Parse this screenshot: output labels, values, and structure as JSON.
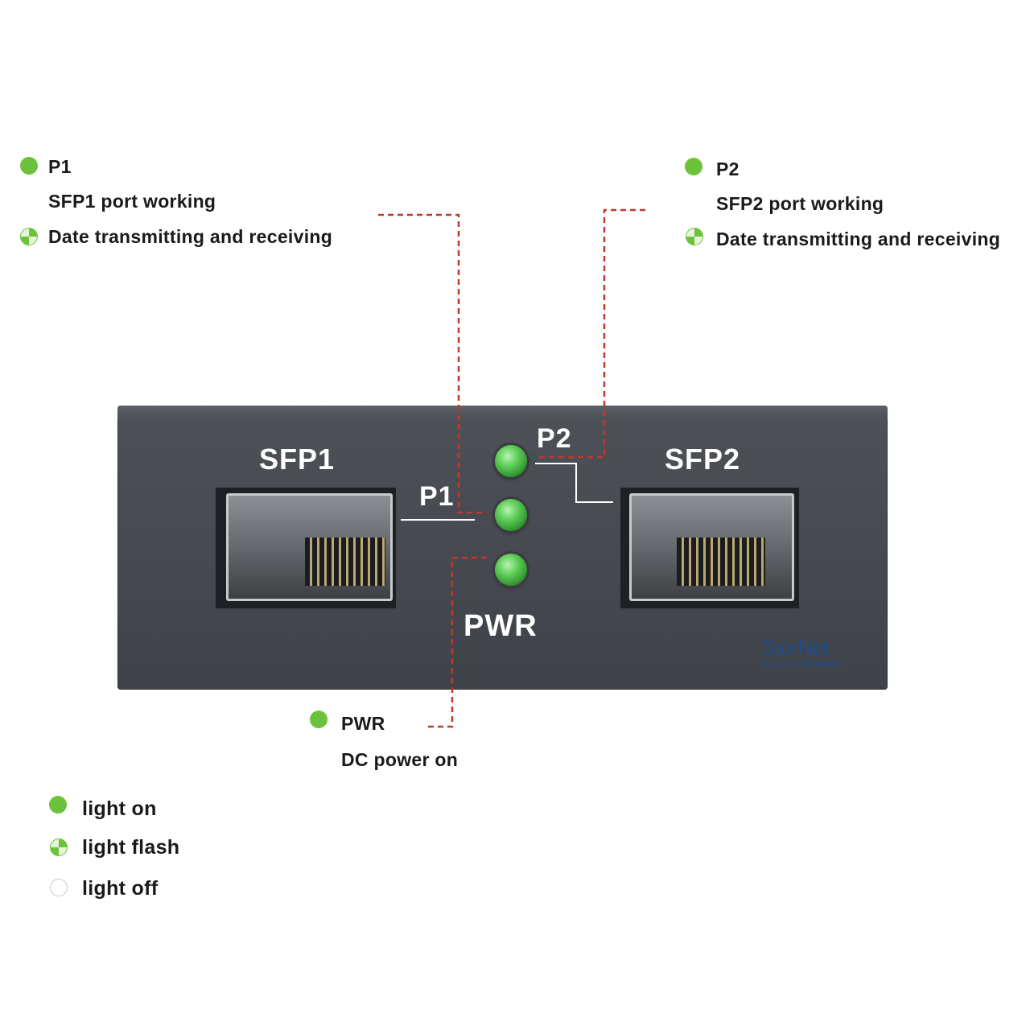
{
  "top_left": {
    "title": "P1",
    "line1": "SFP1 port working",
    "line2": "Date transmitting and receiving"
  },
  "top_right": {
    "title": "P2",
    "line1": "SFP2 port working",
    "line2": "Date transmitting and receiving"
  },
  "panel": {
    "sfp1_label": "SFP1",
    "sfp2_label": "SFP2",
    "led_p1_label": "P1",
    "led_p2_label": "P2",
    "led_pwr_label": "PWR",
    "brand": "StorNet",
    "tagline": "Speed Up Your Network"
  },
  "pwr_note": {
    "title": "PWR",
    "line1": "DC power on"
  },
  "legend": {
    "on": "light on",
    "flash": "light flash",
    "off": "light off"
  },
  "colors": {
    "led_green": "#6cc23a",
    "leader_red": "#c0392b",
    "panel": "#4a4d54"
  },
  "icons": [
    "led-on-icon",
    "led-flash-icon",
    "led-off-icon"
  ]
}
